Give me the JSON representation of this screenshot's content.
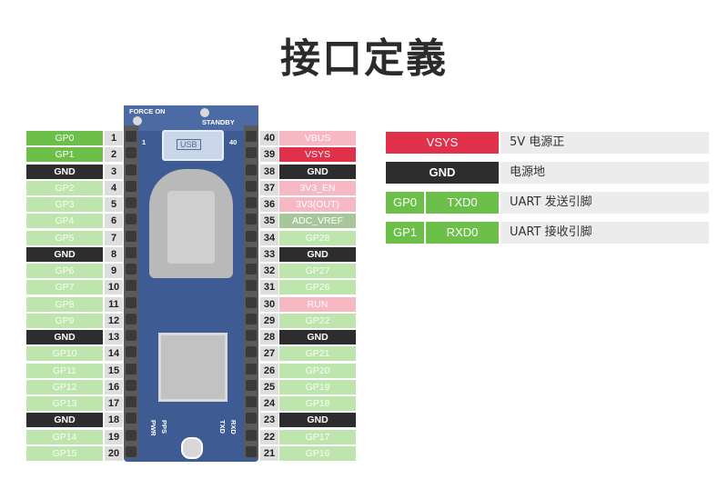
{
  "title": "接口定義",
  "board": {
    "force_on": "FORCE ON",
    "standby": "STANDBY",
    "usb": "USB",
    "left_index": "1",
    "right_index": "40",
    "pwr": "PWR",
    "pps": "PPS",
    "txd": "TXD",
    "rxd": "RXD"
  },
  "left_pins": [
    {
      "label": "GP0",
      "num": "1",
      "type": "gp-strong"
    },
    {
      "label": "GP1",
      "num": "2",
      "type": "gp-strong"
    },
    {
      "label": "GND",
      "num": "3",
      "type": "gnd"
    },
    {
      "label": "GP2",
      "num": "4",
      "type": "gp-faint"
    },
    {
      "label": "GP3",
      "num": "5",
      "type": "gp-faint"
    },
    {
      "label": "GP4",
      "num": "6",
      "type": "gp-faint"
    },
    {
      "label": "GP5",
      "num": "7",
      "type": "gp-faint"
    },
    {
      "label": "GND",
      "num": "8",
      "type": "gnd"
    },
    {
      "label": "GP6",
      "num": "9",
      "type": "gp-faint"
    },
    {
      "label": "GP7",
      "num": "10",
      "type": "gp-faint"
    },
    {
      "label": "GP8",
      "num": "11",
      "type": "gp-faint"
    },
    {
      "label": "GP9",
      "num": "12",
      "type": "gp-faint"
    },
    {
      "label": "GND",
      "num": "13",
      "type": "gnd"
    },
    {
      "label": "GP10",
      "num": "14",
      "type": "gp-faint"
    },
    {
      "label": "GP11",
      "num": "15",
      "type": "gp-faint"
    },
    {
      "label": "GP12",
      "num": "16",
      "type": "gp-faint"
    },
    {
      "label": "GP13",
      "num": "17",
      "type": "gp-faint"
    },
    {
      "label": "GND",
      "num": "18",
      "type": "gnd"
    },
    {
      "label": "GP14",
      "num": "19",
      "type": "gp-faint"
    },
    {
      "label": "GP15",
      "num": "20",
      "type": "gp-faint"
    }
  ],
  "right_pins": [
    {
      "label": "VBUS",
      "num": "40",
      "type": "pwr-faint"
    },
    {
      "label": "VSYS",
      "num": "39",
      "type": "pwr-strong"
    },
    {
      "label": "GND",
      "num": "38",
      "type": "gnd"
    },
    {
      "label": "3V3_EN",
      "num": "37",
      "type": "pwr-faint"
    },
    {
      "label": "3V3(OUT)",
      "num": "36",
      "type": "pwr-faint"
    },
    {
      "label": "ADC_VREF",
      "num": "35",
      "type": "adc"
    },
    {
      "label": "GP28",
      "num": "34",
      "type": "gp-faint"
    },
    {
      "label": "GND",
      "num": "33",
      "type": "gnd"
    },
    {
      "label": "GP27",
      "num": "32",
      "type": "gp-faint"
    },
    {
      "label": "GP26",
      "num": "31",
      "type": "gp-faint"
    },
    {
      "label": "RUN",
      "num": "30",
      "type": "pwr-faint"
    },
    {
      "label": "GP22",
      "num": "29",
      "type": "gp-faint"
    },
    {
      "label": "GND",
      "num": "28",
      "type": "gnd"
    },
    {
      "label": "GP21",
      "num": "27",
      "type": "gp-faint"
    },
    {
      "label": "GP20",
      "num": "26",
      "type": "gp-faint"
    },
    {
      "label": "GP19",
      "num": "25",
      "type": "gp-faint"
    },
    {
      "label": "GP18",
      "num": "24",
      "type": "gp-faint"
    },
    {
      "label": "GND",
      "num": "23",
      "type": "gnd"
    },
    {
      "label": "GP17",
      "num": "22",
      "type": "gp-faint"
    },
    {
      "label": "GP16",
      "num": "21",
      "type": "gp-faint"
    }
  ],
  "legend": [
    {
      "pill": "VSYS",
      "type": "pwr-strong",
      "desc": "5V 电源正"
    },
    {
      "pill": "GND",
      "type": "gnd",
      "desc": "电源地"
    },
    {
      "pill_a": "GP0",
      "pill_b": "TXD0",
      "type": "gp-strong",
      "desc": "UART 发送引脚"
    },
    {
      "pill_a": "GP1",
      "pill_b": "RXD0",
      "type": "gp-strong",
      "desc": "UART 接收引脚"
    }
  ],
  "colors": {
    "gp_strong": "#6cc04a",
    "gp_faint": "#bfe5ae",
    "gnd": "#2d2d2d",
    "pwr_strong": "#e0304a",
    "pwr_faint": "#f6b8c3",
    "adc": "#a7c79a",
    "board": "#3e5c93"
  }
}
